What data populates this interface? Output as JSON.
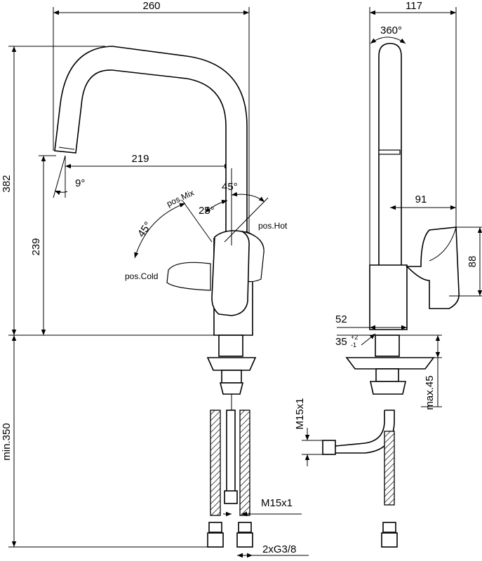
{
  "dimensions": {
    "width_total": "260",
    "depth_total": "117",
    "rotation": "360°",
    "height_total": "382",
    "spout_reach": "219",
    "spout_angle": "9°",
    "lever_hot_angle": "45°",
    "lever_mix_angle": "25°",
    "lever_cold_angle": "45°",
    "outlet_height": "239",
    "lever_reach": "91",
    "lever_height": "88",
    "body_diameter": "52",
    "hole_diameter": "35",
    "hole_tol_plus": "+2",
    "hole_tol_minus": "-1",
    "deck_thickness": "max.45",
    "hose_length": "min.350",
    "hose_thread_side": "M15x1",
    "hose_thread_front": "M15x1",
    "supply_connection": "2xG3/8"
  },
  "labels": {
    "pos_mix": "pos.Mix",
    "pos_hot": "pos.Hot",
    "pos_cold": "pos.Cold"
  }
}
